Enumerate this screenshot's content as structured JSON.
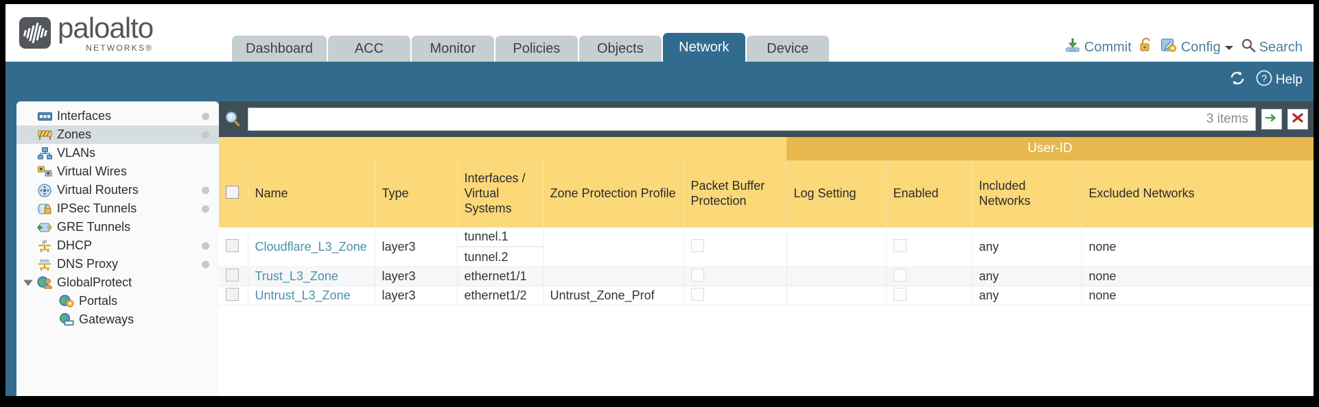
{
  "brand": {
    "name": "paloalto",
    "tagline": "NETWORKS",
    "registered": "®"
  },
  "header": {
    "tabs": [
      {
        "label": "Dashboard",
        "active": false
      },
      {
        "label": "ACC",
        "active": false
      },
      {
        "label": "Monitor",
        "active": false
      },
      {
        "label": "Policies",
        "active": false
      },
      {
        "label": "Objects",
        "active": false
      },
      {
        "label": "Network",
        "active": true
      },
      {
        "label": "Device",
        "active": false
      }
    ],
    "actions": [
      {
        "label": "Commit",
        "icon": "commit-icon"
      },
      {
        "label": "",
        "icon": "lock-icon"
      },
      {
        "label": "Config",
        "icon": "config-icon",
        "caret": true
      },
      {
        "label": "Search",
        "icon": "search-icon"
      }
    ]
  },
  "blueband": {
    "refresh_icon": "refresh-icon",
    "help_label": "Help",
    "help_icon": "help-icon"
  },
  "sidebar": {
    "items": [
      {
        "label": "Interfaces",
        "icon": "interfaces-icon",
        "selected": false,
        "dot": true,
        "child": false,
        "arrow": false
      },
      {
        "label": "Zones",
        "icon": "zones-icon",
        "selected": true,
        "dot": true,
        "child": false,
        "arrow": false
      },
      {
        "label": "VLANs",
        "icon": "vlans-icon",
        "selected": false,
        "dot": false,
        "child": false,
        "arrow": false
      },
      {
        "label": "Virtual Wires",
        "icon": "virtual-wires-icon",
        "selected": false,
        "dot": false,
        "child": false,
        "arrow": false
      },
      {
        "label": "Virtual Routers",
        "icon": "virtual-routers-icon",
        "selected": false,
        "dot": true,
        "child": false,
        "arrow": false
      },
      {
        "label": "IPSec Tunnels",
        "icon": "ipsec-tunnels-icon",
        "selected": false,
        "dot": true,
        "child": false,
        "arrow": false
      },
      {
        "label": "GRE Tunnels",
        "icon": "gre-tunnels-icon",
        "selected": false,
        "dot": false,
        "child": false,
        "arrow": false
      },
      {
        "label": "DHCP",
        "icon": "dhcp-icon",
        "selected": false,
        "dot": true,
        "child": false,
        "arrow": false
      },
      {
        "label": "DNS Proxy",
        "icon": "dns-proxy-icon",
        "selected": false,
        "dot": true,
        "child": false,
        "arrow": false
      },
      {
        "label": "GlobalProtect",
        "icon": "globalprotect-icon",
        "selected": false,
        "dot": false,
        "child": false,
        "arrow": true
      },
      {
        "label": "Portals",
        "icon": "portals-icon",
        "selected": false,
        "dot": false,
        "child": true,
        "arrow": false
      },
      {
        "label": "Gateways",
        "icon": "gateways-icon",
        "selected": false,
        "dot": false,
        "child": true,
        "arrow": false
      }
    ]
  },
  "search": {
    "value": "",
    "placeholder": "",
    "item_count": "3 items",
    "apply_icon": "apply-filter-arrow-icon",
    "clear_icon": "clear-filter-x-icon",
    "magnifier_icon": "magnifier-icon"
  },
  "table": {
    "group_header": "User-ID",
    "columns": [
      "Name",
      "Type",
      "Interfaces / Virtual Systems",
      "Zone Protection Profile",
      "Packet Buffer Protection",
      "Log Setting",
      "Enabled",
      "Included Networks",
      "Excluded Networks"
    ],
    "rows": [
      {
        "selected": false,
        "name": "Cloudflare_L3_Zone",
        "type": "layer3",
        "interfaces": [
          "tunnel.1",
          "tunnel.2"
        ],
        "zone_protection_profile": "",
        "packet_buffer_protection": false,
        "log_setting": "",
        "userid_enabled": false,
        "included_networks": "any",
        "excluded_networks": "none"
      },
      {
        "selected": false,
        "name": "Trust_L3_Zone",
        "type": "layer3",
        "interfaces": [
          "ethernet1/1"
        ],
        "zone_protection_profile": "",
        "packet_buffer_protection": false,
        "log_setting": "",
        "userid_enabled": false,
        "included_networks": "any",
        "excluded_networks": "none"
      },
      {
        "selected": false,
        "name": "Untrust_L3_Zone",
        "type": "layer3",
        "interfaces": [
          "ethernet1/2"
        ],
        "zone_protection_profile": "Untrust_Zone_Prof",
        "packet_buffer_protection": false,
        "log_setting": "",
        "userid_enabled": false,
        "included_networks": "any",
        "excluded_networks": "none"
      }
    ]
  },
  "colors": {
    "brand_gray": "#53565A",
    "tab_active": "#326B90",
    "tab_inactive": "#C5CFD1",
    "band_blue": "#336B8E",
    "header_yellow": "#FBD878",
    "group_yellow": "#E6B84D",
    "link_blue": "#4A90AB",
    "panel_dark": "#3F4F57"
  }
}
